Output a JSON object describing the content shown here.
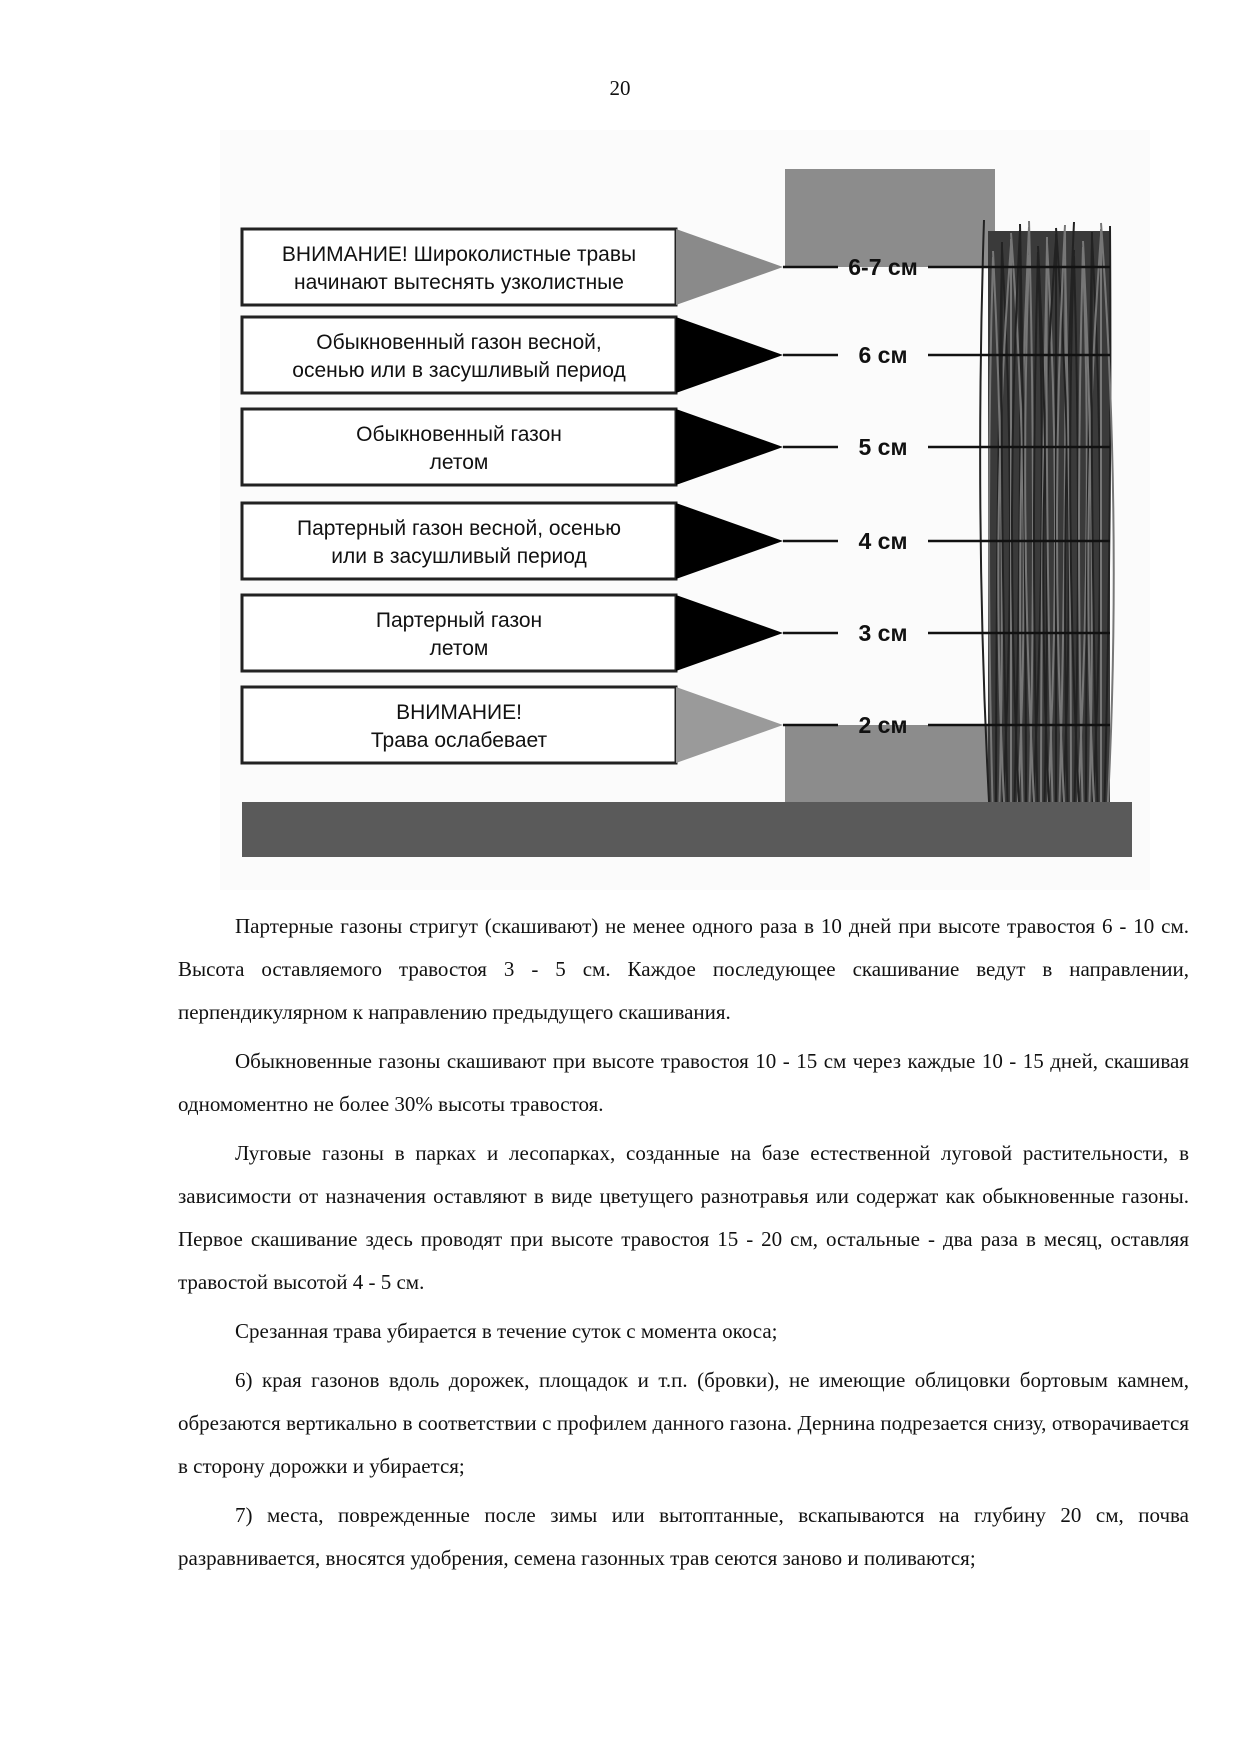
{
  "page_number": "20",
  "figure": {
    "rows": [
      {
        "line1": "ВНИМАНИЕ! Широколистные травы",
        "line2": "начинают вытеснять узколистные",
        "height_label": "6-7 см",
        "arrow_color": "#8a8a8a"
      },
      {
        "line1": "Обыкновенный газон весной,",
        "line2": "осенью или в засушливый период",
        "height_label": "6 см",
        "arrow_color": "#000000"
      },
      {
        "line1": "Обыкновенный газон",
        "line2": "летом",
        "height_label": "5 см",
        "arrow_color": "#000000"
      },
      {
        "line1": "Партерный газон весной, осенью",
        "line2": "или в засушливый период",
        "height_label": "4 см",
        "arrow_color": "#000000"
      },
      {
        "line1": "Партерный газон",
        "line2": "летом",
        "height_label": "3 см",
        "arrow_color": "#000000"
      },
      {
        "line1": "ВНИМАНИЕ!",
        "line2": "Трава ослабевает",
        "height_label": "2 см",
        "arrow_color": "#9a9a9a"
      }
    ],
    "marker_color": "#8c8c8c",
    "ground_color": "#5a5a5a",
    "grass_color": "#3a3a3a"
  },
  "paragraphs": [
    "Партерные газоны стригут (скашивают) не менее одного раза в 10 дней при высоте травостоя 6 - 10 см. Высота оставляемого травостоя 3 - 5 см. Каждое последующее скашивание ведут в направлении, перпендикулярном к направлению предыдущего скашивания.",
    "Обыкновенные газоны скашивают при высоте травостоя 10 - 15 см через каждые 10 - 15 дней, скашивая одномоментно не более 30% высоты травостоя.",
    "Луговые газоны в парках и лесопарках, созданные на базе естественной луговой растительности, в зависимости от назначения оставляют в виде цветущего разнотравья или содержат как обыкновенные газоны. Первое скашивание здесь проводят при высоте травостоя 15 - 20 см, остальные - два раза в месяц, оставляя травостой высотой 4 - 5 см.",
    "Срезанная трава убирается в течение суток с момента окоса;",
    "6) края газонов вдоль дорожек, площадок и т.п. (бровки), не имеющие облицовки бортовым камнем, обрезаются вертикально в соответствии с профилем данного газона. Дернина подрезается снизу, отворачивается в сторону дорожки и убирается;",
    "7) места, поврежденные после зимы или вытоптанные, вскапываются на глубину 20 см, почва разравнивается, вносятся удобрения, семена газонных трав сеются заново и поливаются;"
  ]
}
